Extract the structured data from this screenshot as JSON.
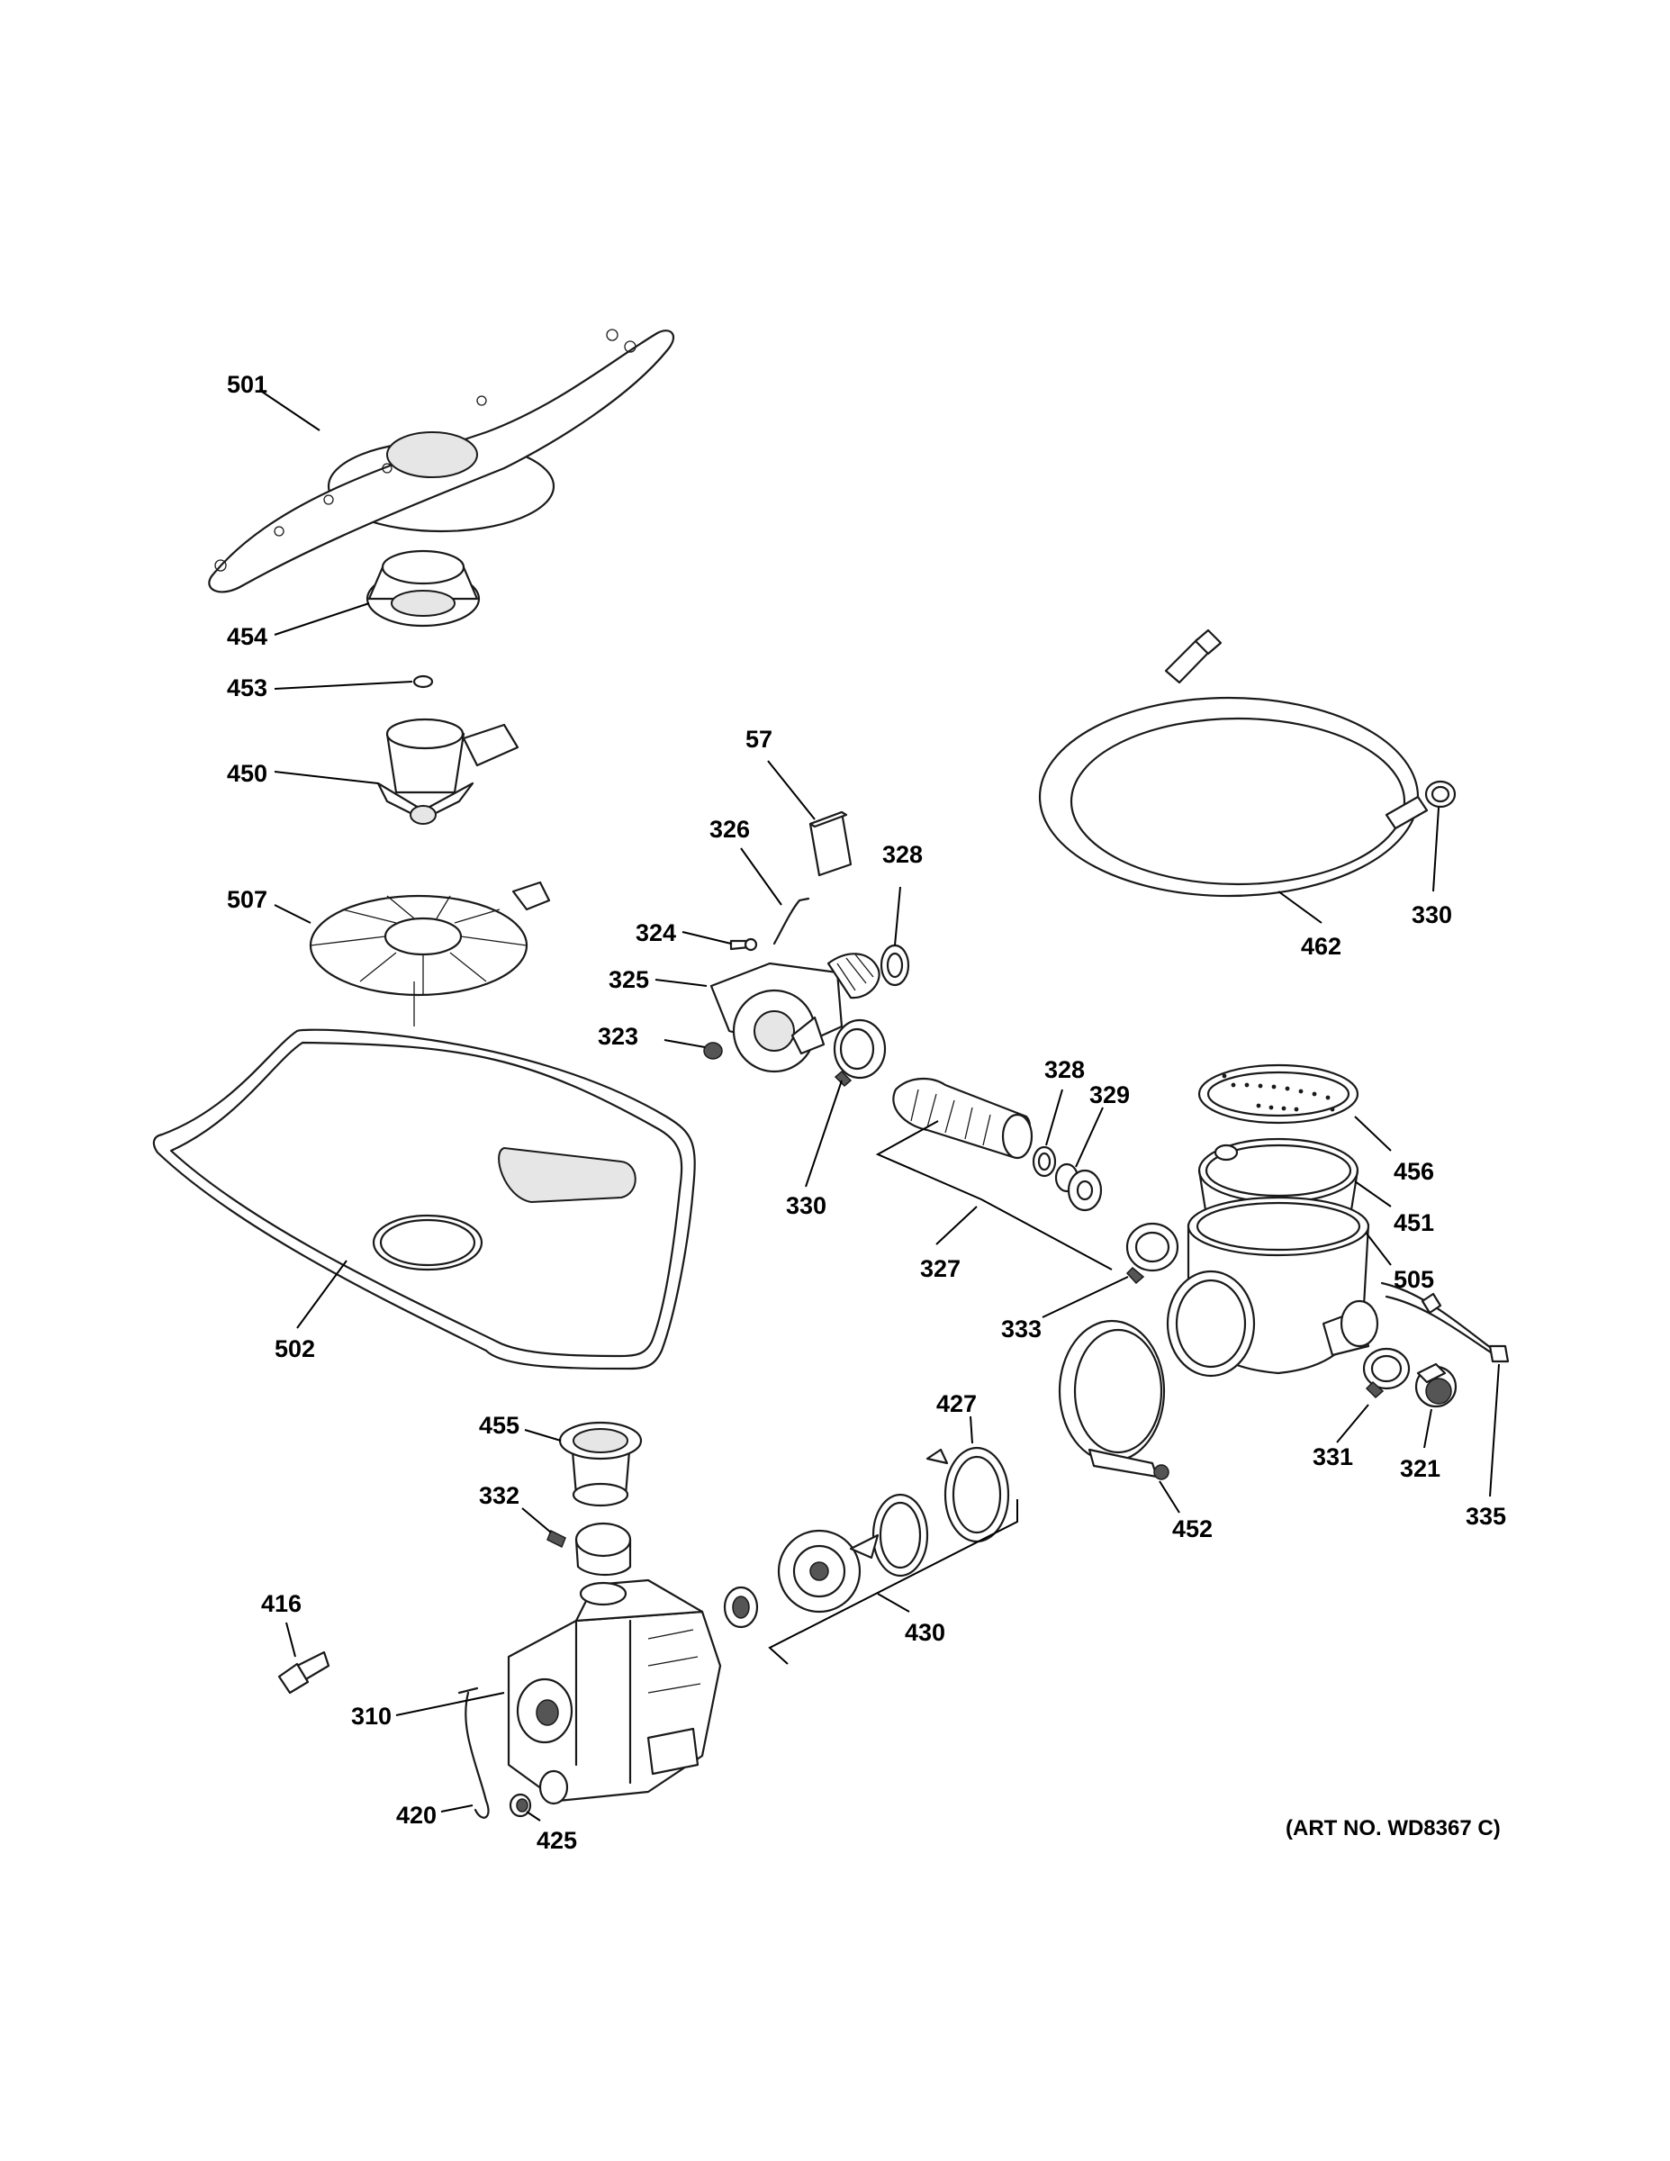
{
  "callouts": {
    "c501": "501",
    "c454": "454",
    "c453": "453",
    "c450": "450",
    "c507": "507",
    "c502": "502",
    "c57": "57",
    "c326": "326",
    "c328a": "328",
    "c324": "324",
    "c325": "325",
    "c323": "323",
    "c330a": "330",
    "c328b": "328",
    "c329": "329",
    "c327": "327",
    "c462": "462",
    "c330b": "330",
    "c456": "456",
    "c451": "451",
    "c505": "505",
    "c333": "333",
    "c331": "331",
    "c321": "321",
    "c335": "335",
    "c452": "452",
    "c455": "455",
    "c332": "332",
    "c427": "427",
    "c430": "430",
    "c416": "416",
    "c310": "310",
    "c420": "420",
    "c425": "425"
  },
  "art_number": "(ART NO. WD8367 C)"
}
